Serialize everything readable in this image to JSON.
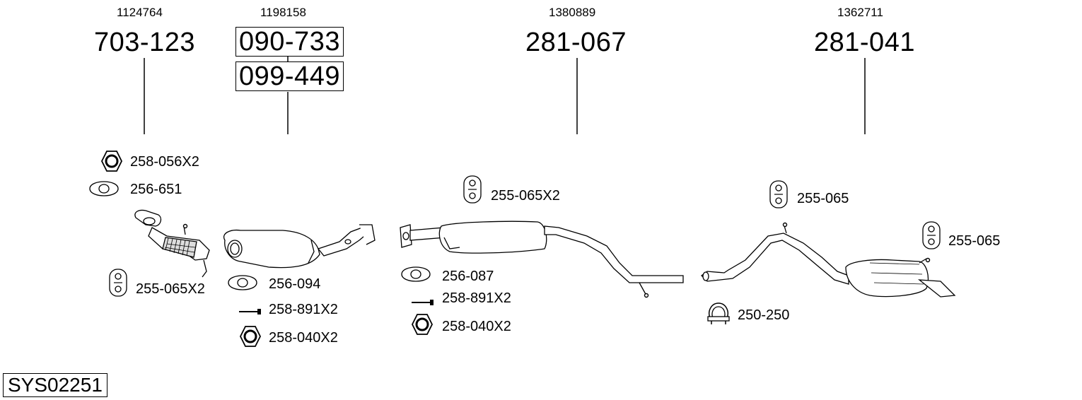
{
  "system_code": "SYS02251",
  "parts": [
    {
      "ref": "1124764",
      "numbers": [
        "703-123"
      ]
    },
    {
      "ref": "1198158",
      "numbers": [
        "090-733",
        "099-449"
      ]
    },
    {
      "ref": "1380889",
      "numbers": [
        "281-067"
      ]
    },
    {
      "ref": "1362711",
      "numbers": [
        "281-041"
      ]
    }
  ],
  "accessories": {
    "a1": "258-056X2",
    "a2": "256-651",
    "a3": "255-065X2",
    "a4": "256-094",
    "a5": "258-891X2",
    "a6": "258-040X2",
    "a7": "255-065X2",
    "a8": "256-087",
    "a9": "258-891X2",
    "a10": "258-040X2",
    "a11": "255-065",
    "a12": "255-065",
    "a13": "250-250"
  },
  "icons": [
    "nut-icon",
    "gasket-icon",
    "rubber-hanger-icon",
    "bolt-icon",
    "clamp-icon"
  ]
}
